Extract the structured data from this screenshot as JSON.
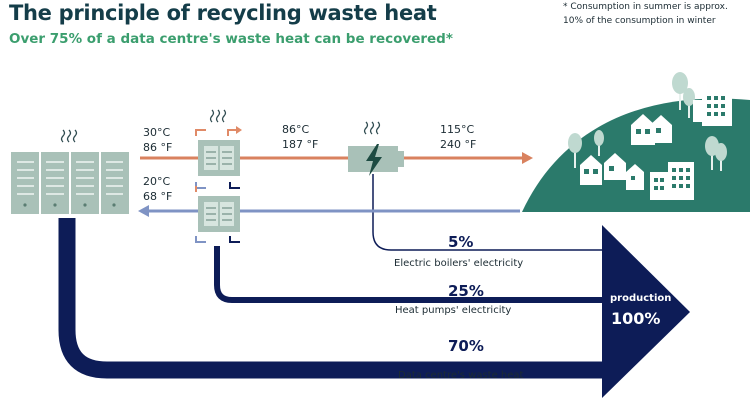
{
  "header": {
    "title": "The principle of recycling waste heat",
    "subtitle": "Over 75% of a data centre's waste heat can be recovered*"
  },
  "footnote": {
    "line1": "* Consumption in summer is approx.",
    "line2": "10% of the consumption in winter"
  },
  "temperatures": {
    "return_c": "30°C",
    "return_f": "86 °F",
    "mid_c": "86°C",
    "mid_f": "187 °F",
    "supply_c": "115°C",
    "supply_f": "240 °F",
    "cold_c": "20°C",
    "cold_f": "68 °F"
  },
  "flows": [
    {
      "percent": "5%",
      "label": "Electric boilers' electricity"
    },
    {
      "percent": "25%",
      "label": "Heat pumps' electricity"
    },
    {
      "percent": "70%",
      "label": "Data centre's waste heat"
    }
  ],
  "production": {
    "label": "production",
    "value": "100%"
  },
  "colors": {
    "title": "#143d49",
    "subtitle": "#3b9e6e",
    "hot_pipe": "#d9825f",
    "cold_pipe": "#7f93c4",
    "flow": "#0d1c57",
    "hill": "#2b7a6b",
    "equipment": "#a9c1b8"
  },
  "icons": [
    "server-rack-icon",
    "heat-pump-icon",
    "electric-boiler-icon",
    "heat-waves-icon",
    "city-icon",
    "tree-icon"
  ]
}
